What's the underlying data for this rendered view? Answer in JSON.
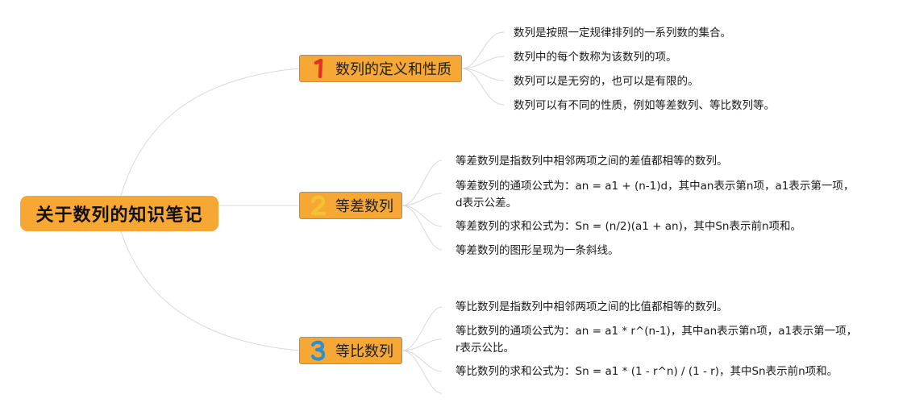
{
  "root": {
    "title": "关于数列的知识笔记"
  },
  "branches": [
    {
      "number": "1",
      "number_color": "#e8302b",
      "title": "数列的定义和性质",
      "items": [
        "数列是按照一定规律排列的一系列数的集合。",
        "数列中的每个数称为该数列的项。",
        "数列可以是无穷的，也可以是有限的。",
        "数列可以有不同的性质，例如等差数列、等比数列等。"
      ]
    },
    {
      "number": "2",
      "number_color": "#f3c233",
      "title": "等差数列",
      "items": [
        "等差数列是指数列中相邻两项之间的差值都相等的数列。",
        "等差数列的通项公式为：an = a1 + (n-1)d，其中an表示第n项，a1表示第一项，d表示公差。",
        "等差数列的求和公式为：Sn = (n/2)(a1 + an)，其中Sn表示前n项和。",
        "等差数列的图形呈现为一条斜线。"
      ]
    },
    {
      "number": "3",
      "number_color": "#2e8fd3",
      "title": "等比数列",
      "items": [
        "等比数列是指数列中相邻两项之间的比值都相等的数列。",
        "等比数列的通项公式为：an = a1 * r^(n-1)，其中an表示第n项，a1表示第一项，r表示公比。",
        "等比数列的求和公式为：Sn = a1 * (1 - r^n) / (1 - r)，其中Sn表示前n项和。"
      ]
    }
  ],
  "colors": {
    "node_fill": "#f7a734",
    "line": "#d9d9d9"
  }
}
